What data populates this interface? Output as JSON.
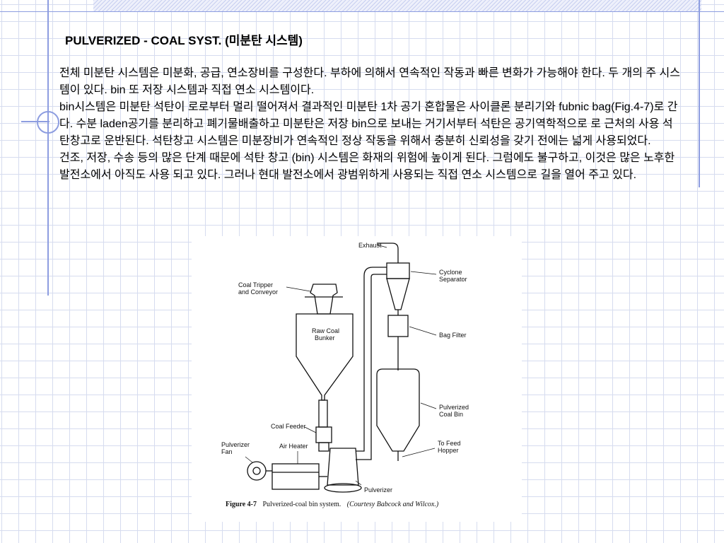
{
  "title": "PULVERIZED - COAL SYST. (미분탄 시스템)",
  "paragraphs": [
    "   전체 미분탄 시스템은 미분화, 공급, 연소장비를 구성한다. 부하에 의해서 연속적인 작동과 빠른 변화가 가능해야 한다. 두 개의 주 시스템이 있다. bin 또 저장 시스템과 직접 연소 시스템이다.",
    "   bin시스템은 미분탄 석탄이 로로부터 멀리 떨어져서 결과적인 미분탄 1차 공기 혼합물은 사이클론 분리기와 fubnic bag(Fig.4-7)로 간다. 수분 laden공기를 분리하고 폐기물배출하고 미분탄은 저장 bin으로 보내는 거기서부터 석탄은 공기역학적으로 로 근처의 사용 석탄창고로 운반된다. 석탄창고 시스템은 미분장비가 연속적인 정상 작동을 위해서 충분히 신뢰성을 갖기 전에는 넓게 사용되었다.",
    "    건조, 저장, 수송 등의 많은 단계 때문에 석탄 창고 (bin) 시스템은 화재의 위험에 높이게 된다. 그럼에도 불구하고, 이것은 많은 노후한 발전소에서 아직도 사용 되고 있다. 그러나 현대 발전소에서 광범위하게 사용되는 직접 연소 시스템으로 길을 열어 주고 있다."
  ],
  "figure": {
    "labels": {
      "exhaust": "Exhaust",
      "cyclone_1": "Cyclone",
      "cyclone_2": "Separator",
      "tripper_1": "Coal Tripper",
      "tripper_2": "and Conveyor",
      "bunker_1": "Raw Coal",
      "bunker_2": "Bunker",
      "bag_filter": "Bag Filter",
      "pbin_1": "Pulverized",
      "pbin_2": "Coal Bin",
      "feeder": "Coal Feeder",
      "fan_1": "Pulverizer",
      "fan_2": "Fan",
      "air_heater": "Air Heater",
      "hopper_1": "To Feed",
      "hopper_2": "Hopper",
      "pulverizer": "Pulverizer"
    },
    "caption_num": "Figure 4-7",
    "caption_text": "Pulverized-coal bin system.",
    "caption_credit": "(Courtesy Babcock and Wilcox.)"
  }
}
